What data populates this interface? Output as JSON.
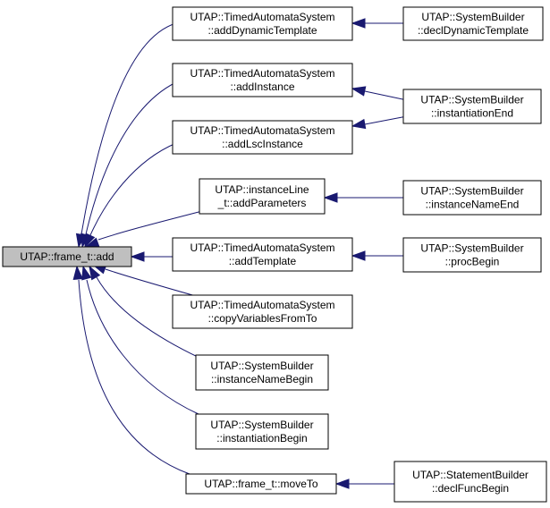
{
  "nodes": [
    {
      "id": "root",
      "lines": [
        "UTAP::frame_t::add"
      ]
    },
    {
      "id": "tas_adt",
      "lines": [
        "UTAP::TimedAutomataSystem",
        "::addDynamicTemplate"
      ]
    },
    {
      "id": "tas_ai",
      "lines": [
        "UTAP::TimedAutomataSystem",
        "::addInstance"
      ]
    },
    {
      "id": "tas_ali",
      "lines": [
        "UTAP::TimedAutomataSystem",
        "::addLscInstance"
      ]
    },
    {
      "id": "il_ap",
      "lines": [
        "UTAP::instanceLine",
        "_t::addParameters"
      ]
    },
    {
      "id": "tas_at",
      "lines": [
        "UTAP::TimedAutomataSystem",
        "::addTemplate"
      ]
    },
    {
      "id": "tas_cv",
      "lines": [
        "UTAP::TimedAutomataSystem",
        "::copyVariablesFromTo"
      ]
    },
    {
      "id": "sb_inb",
      "lines": [
        "UTAP::SystemBuilder",
        "::instanceNameBegin"
      ]
    },
    {
      "id": "sb_ib",
      "lines": [
        "UTAP::SystemBuilder",
        "::instantiationBegin"
      ]
    },
    {
      "id": "ft_mt",
      "lines": [
        "UTAP::frame_t::moveTo"
      ]
    },
    {
      "id": "sb_ddt",
      "lines": [
        "UTAP::SystemBuilder",
        "::declDynamicTemplate"
      ]
    },
    {
      "id": "sb_ie",
      "lines": [
        "UTAP::SystemBuilder",
        "::instantiationEnd"
      ]
    },
    {
      "id": "sb_ine",
      "lines": [
        "UTAP::SystemBuilder",
        "::instanceNameEnd"
      ]
    },
    {
      "id": "sb_pb",
      "lines": [
        "UTAP::SystemBuilder",
        "::procBegin"
      ]
    },
    {
      "id": "stb_dfb",
      "lines": [
        "UTAP::StatementBuilder",
        "::declFuncBegin"
      ]
    }
  ],
  "edges": [
    {
      "from": "tas_adt",
      "to": "root"
    },
    {
      "from": "tas_ai",
      "to": "root"
    },
    {
      "from": "tas_ali",
      "to": "root"
    },
    {
      "from": "il_ap",
      "to": "root"
    },
    {
      "from": "tas_at",
      "to": "root"
    },
    {
      "from": "tas_cv",
      "to": "root"
    },
    {
      "from": "sb_inb",
      "to": "root"
    },
    {
      "from": "sb_ib",
      "to": "root"
    },
    {
      "from": "ft_mt",
      "to": "root"
    },
    {
      "from": "sb_ddt",
      "to": "tas_adt"
    },
    {
      "from": "sb_ie",
      "to": "tas_ai"
    },
    {
      "from": "sb_ie",
      "to": "tas_ali"
    },
    {
      "from": "sb_ine",
      "to": "il_ap"
    },
    {
      "from": "sb_pb",
      "to": "tas_at"
    },
    {
      "from": "stb_dfb",
      "to": "ft_mt"
    }
  ],
  "colors": {
    "edge": "#191970",
    "root_fill": "#bfbfbf",
    "node_fill": "#ffffff",
    "border": "#000000"
  }
}
